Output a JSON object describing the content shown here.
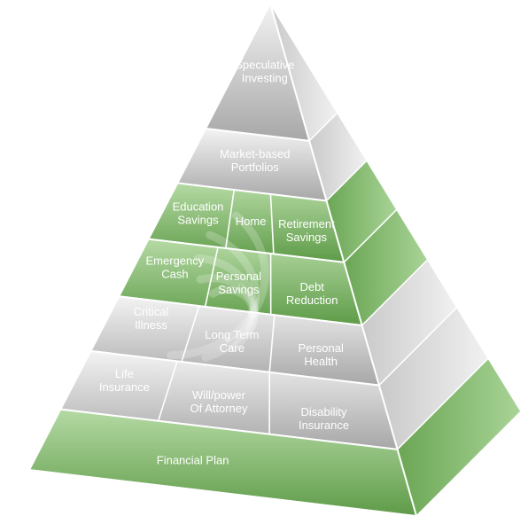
{
  "colors": {
    "gray_light": "#f2f2f2",
    "gray_dark": "#a9a9a9",
    "green_light": "#b7dca7",
    "green_dark": "#5f9c4a",
    "separator": "#ffffff"
  },
  "pyramid": {
    "tiers": [
      {
        "name": "speculative",
        "color": "gray",
        "cells": [
          "Speculative\nInvesting"
        ]
      },
      {
        "name": "market",
        "color": "gray",
        "cells": [
          "Market-based\nPortfolios"
        ]
      },
      {
        "name": "savings",
        "color": "green",
        "cells": [
          "Education\nSavings",
          "Home",
          "Retirement\nSavings"
        ]
      },
      {
        "name": "cash",
        "color": "green",
        "cells": [
          "Emergency\nCash",
          "Personal\nSavings",
          "Debt\nReduction"
        ]
      },
      {
        "name": "health",
        "color": "gray",
        "cells": [
          "Critical\nIllness",
          "Long Term\nCare",
          "Personal\nHealth"
        ]
      },
      {
        "name": "insurance",
        "color": "gray",
        "cells": [
          "Life\nInsurance",
          "Will/power\nOf Attorney",
          "Disability\nInsurance"
        ]
      },
      {
        "name": "foundation",
        "color": "green",
        "cells": [
          "Financial Plan"
        ]
      }
    ]
  }
}
